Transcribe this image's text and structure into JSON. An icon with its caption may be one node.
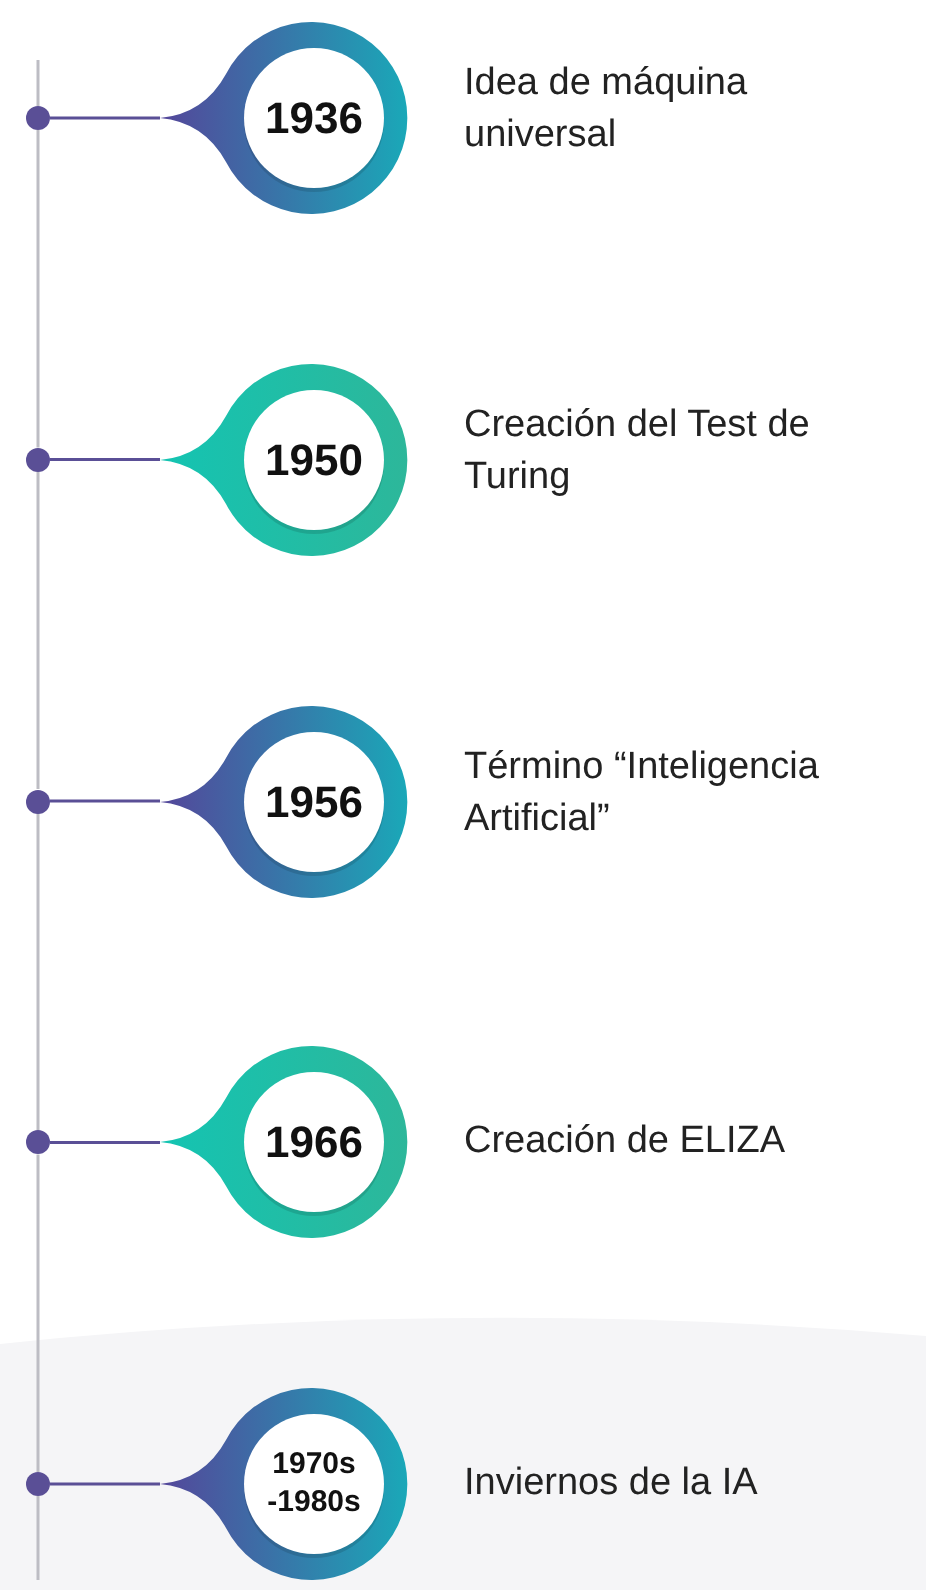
{
  "diagram": {
    "nodes": [
      {
        "text": [],
        "shape": "circle"
      },
      {
        "text": [
          "1936"
        ],
        "beside": [
          "Idea de máquina universal"
        ]
      },
      {
        "text": [],
        "shape": "circle"
      },
      {
        "text": [
          "1950"
        ],
        "beside": [
          "Creación del Test de Turing"
        ]
      },
      {
        "text": [],
        "shape": "circle"
      },
      {
        "text": [
          "1956"
        ],
        "beside": [
          "Término “Inteligencia Artificial”"
        ]
      },
      {
        "text": [],
        "shape": "circle"
      },
      {
        "text": [
          "1966"
        ],
        "beside": [
          "Creación de ELIZA"
        ]
      },
      {
        "text": [],
        "shape": "circle"
      },
      {
        "text": [
          "1970s -1980s"
        ],
        "beside": [
          "Inviernos de la IA"
        ]
      }
    ],
    "edges": [
      {
        "from": 0,
        "to": 1,
        "arrow": "none"
      },
      {
        "from": 0,
        "to": 2,
        "arrow": "none",
        "color": "#bdbdc4"
      },
      {
        "from": 2,
        "to": 3,
        "arrow": "none"
      },
      {
        "from": 2,
        "to": 4,
        "arrow": "none",
        "color": "#bdbdc4"
      },
      {
        "from": 4,
        "to": 5,
        "arrow": "none"
      },
      {
        "from": 4,
        "to": 6,
        "arrow": "none",
        "color": "#bdbdc4"
      },
      {
        "from": 6,
        "to": 7,
        "arrow": "none"
      },
      {
        "from": 6,
        "to": 8,
        "arrow": "none",
        "color": "#bdbdc4"
      },
      {
        "from": 8,
        "to": 9,
        "arrow": "none"
      }
    ]
  }
}
